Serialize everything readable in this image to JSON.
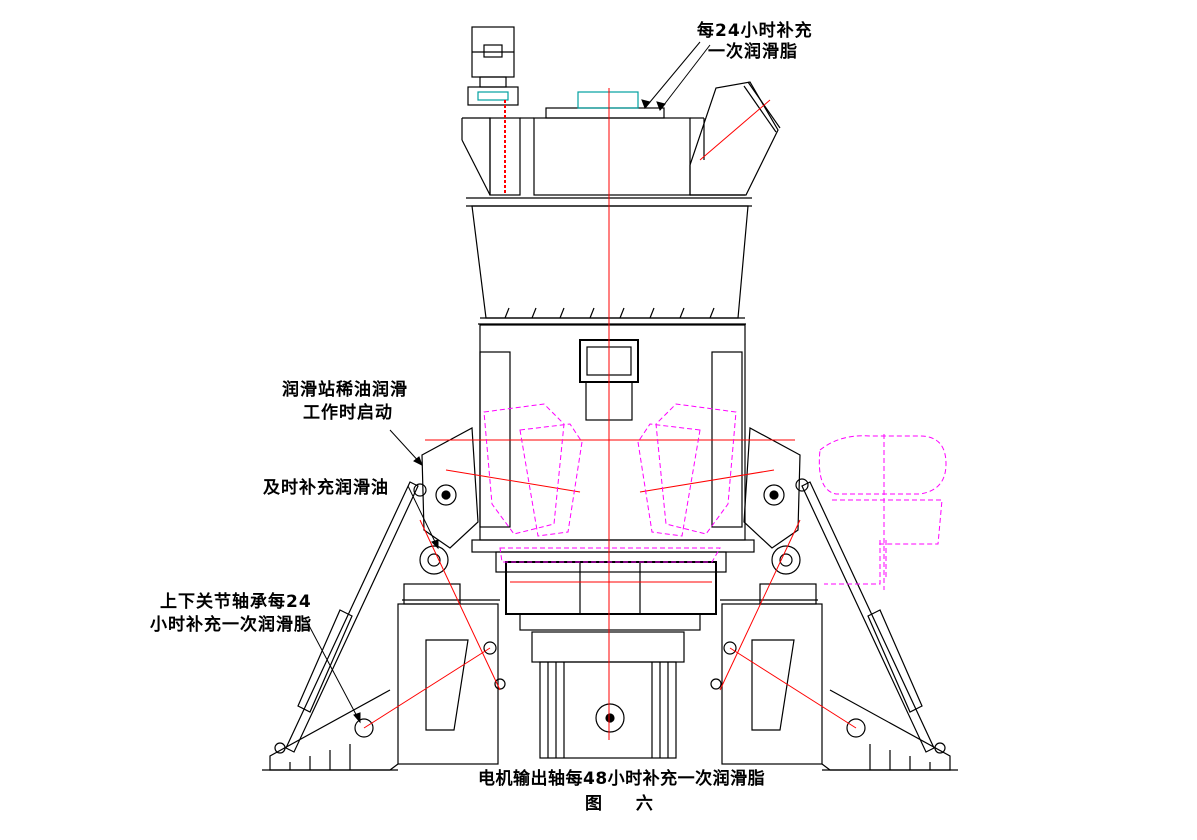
{
  "annotations": {
    "top_line1": "每24小时补充",
    "top_line2": "一次润滑脂",
    "oil_station_line1": "润滑站稀油润滑",
    "oil_station_line2": "工作时启动",
    "add_oil": "及时补充润滑油",
    "bearing_line1": "上下关节轴承每24",
    "bearing_line2": "小时补充一次润滑脂",
    "motor_shaft": "电机输出轴每48小时补充一次润滑脂"
  },
  "figure_caption": "图 六",
  "colors": {
    "outline": "#000000",
    "centerline": "#ff0000",
    "phantom": "#ff00ff",
    "accent": "#00a0a0",
    "background": "#ffffff"
  }
}
